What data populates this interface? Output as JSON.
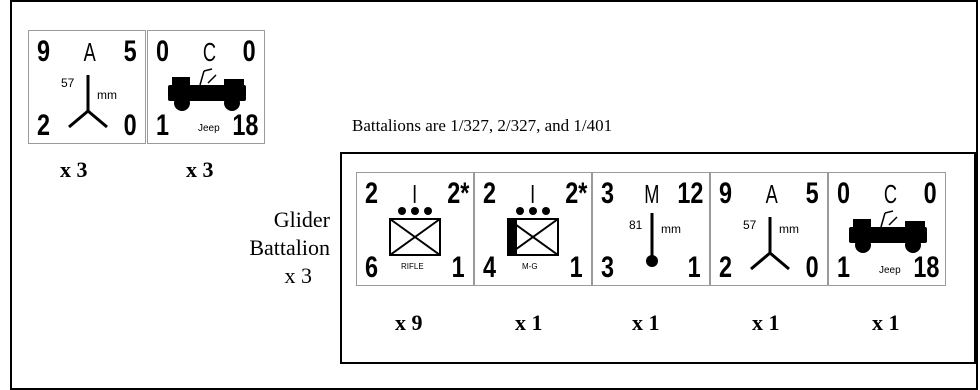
{
  "top_counters": [
    {
      "tl": "9",
      "tc": "A",
      "tr": "5",
      "bl": "2",
      "br": "0",
      "caliber": "57",
      "unit": "mm",
      "multiplier": "x 3",
      "icon": "antitank-gun-icon"
    },
    {
      "tl": "0",
      "tc": "C",
      "tr": "0",
      "bl": "1",
      "br": "18",
      "label": "Jeep",
      "multiplier": "x 3",
      "icon": "jeep-icon"
    }
  ],
  "caption": "Battalions are 1/327, 2/327, and 1/401",
  "group_label": {
    "line1": "Glider",
    "line2": "Battalion",
    "line3": "x 3"
  },
  "battalion_counters": [
    {
      "tl": "2",
      "tc": "I",
      "tr": "2*",
      "bl": "6",
      "br": "1",
      "label": "RIFLE",
      "multiplier": "x 9",
      "icon": "infantry-rifle-icon"
    },
    {
      "tl": "2",
      "tc": "I",
      "tr": "2*",
      "bl": "4",
      "br": "1",
      "label": "M-G",
      "multiplier": "x 1",
      "icon": "machine-gun-icon"
    },
    {
      "tl": "3",
      "tc": "M",
      "tr": "12",
      "bl": "3",
      "br": "1",
      "caliber": "81",
      "unit": "mm",
      "multiplier": "x 1",
      "icon": "mortar-icon"
    },
    {
      "tl": "9",
      "tc": "A",
      "tr": "5",
      "bl": "2",
      "br": "0",
      "caliber": "57",
      "unit": "mm",
      "multiplier": "x 1",
      "icon": "antitank-gun-icon"
    },
    {
      "tl": "0",
      "tc": "C",
      "tr": "0",
      "bl": "1",
      "br": "18",
      "label": "Jeep",
      "multiplier": "x 1",
      "icon": "jeep-icon"
    }
  ]
}
